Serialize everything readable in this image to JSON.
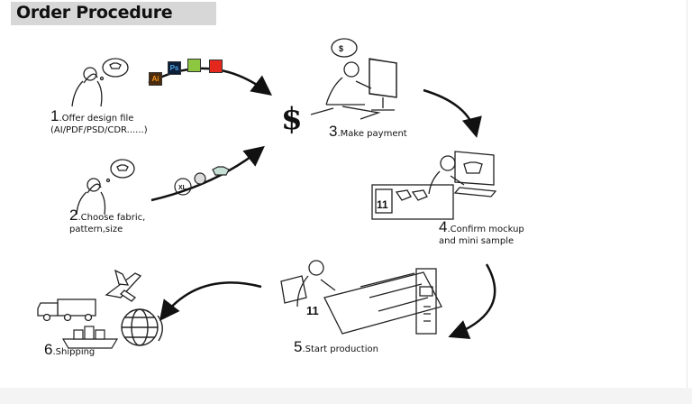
{
  "title": "Order Procedure",
  "steps": [
    {
      "number": "1",
      "text": "Offer design file",
      "sub": "(AI/PDF/PSD/CDR......)"
    },
    {
      "number": "2",
      "text": "Choose fabric,",
      "sub": "pattern,size"
    },
    {
      "number": "3",
      "text": "Make payment"
    },
    {
      "number": "4",
      "text": "Confirm mockup",
      "sub": "and mini sample"
    },
    {
      "number": "5",
      "text": "Start production"
    },
    {
      "number": "6",
      "text": "Shipping"
    }
  ],
  "file_badges": [
    {
      "label": "Ai",
      "color": "#f7941d"
    },
    {
      "label": "Ps",
      "color": "#2b6cb0"
    },
    {
      "label": "",
      "color": "#8dc63f"
    },
    {
      "label": "",
      "color": "#e5281e"
    }
  ],
  "symbols": {
    "payment": "$",
    "bubble_dollar": "$",
    "size_tag": "XL",
    "jersey_number": "11"
  }
}
